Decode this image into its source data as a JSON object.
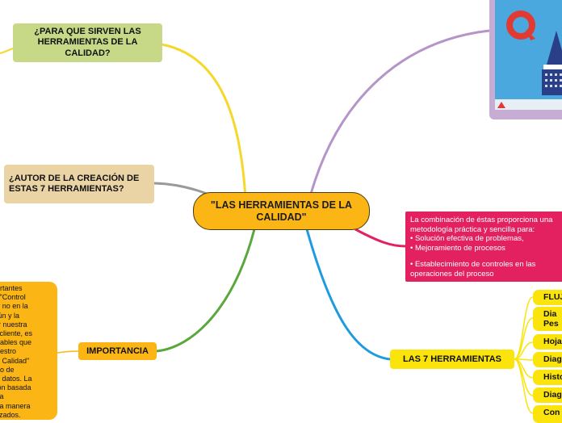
{
  "center": {
    "title": "\"LAS HERRAMIENTAS DE LA CALIDAD\""
  },
  "topics": {
    "para_que": "¿PARA QUE SIRVEN LAS HERRAMIENTAS DE LA CALIDAD?",
    "autor": "¿AUTOR DE LA CREACIÓN DE ESTAS 7 HERRAMIENTAS?",
    "importancia": "IMPORTANCIA",
    "las7": "LAS 7 HERRAMIENTAS"
  },
  "importancia_text": [
    "portantes",
    "el \"Control",
    "\" y no en la",
    "mún y la",
    "rar nuestra",
    "el cliente, es",
    "ariables que",
    "nuestro",
    "de Calidad\"",
    "ado de",
    "de datos. La",
    "sión basada",
    "e la",
    "e la manera",
    "alizados."
  ],
  "combination": {
    "lines": [
      "La combinación de éstas proporciona una",
      "metodología práctica y sencilla para:",
      "• Solución efectiva de problemas,",
      "• Mejoramiento de procesos"
    ],
    "lines2": [
      "• Establecimiento de controles en las",
      "operaciones del proceso"
    ]
  },
  "tools": [
    {
      "label": "FLUJ"
    },
    {
      "label": "Dia\nPes"
    },
    {
      "label": "Hoja"
    },
    {
      "label": "Diag"
    },
    {
      "label": "Histo"
    },
    {
      "label": "Diag"
    },
    {
      "label": "Con"
    }
  ],
  "colors": {
    "center": "#fbb615",
    "green_branch": "#c7d887",
    "beige_branch": "#ead3a5",
    "pink_branch": "#e32161",
    "tools_branch": "#fbe40b",
    "image_frame": "#c7acd3",
    "line_yellow": "#f5d82a",
    "line_gray": "#9a9a9a",
    "line_green": "#5aa83b",
    "line_purple": "#b595c8",
    "line_pink": "#e32161",
    "line_blue": "#1e9be0"
  }
}
